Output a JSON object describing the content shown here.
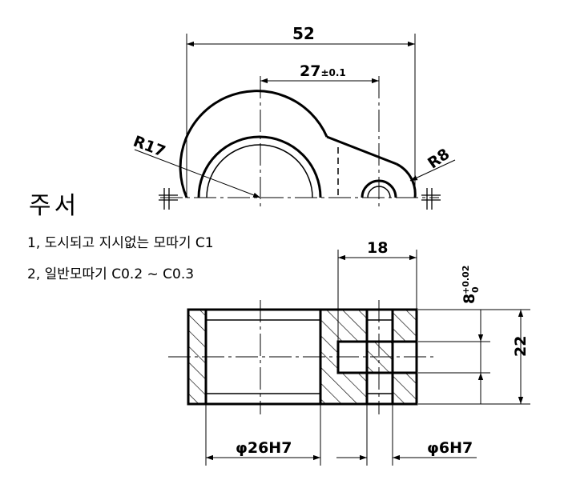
{
  "notes": {
    "title": "주서",
    "line1": "1, 도시되고 지시없는 모따기 C1",
    "line2": "2, 일반모따기 C0.2 ~ C0.3"
  },
  "dimensions": {
    "overall_length": "52",
    "center_distance": "27",
    "center_distance_tol": "±0.1",
    "big_radius": "R17",
    "small_radius": "R8",
    "slot_length": "18",
    "slot_width": "8",
    "slot_width_tol_upper": "+0.02",
    "slot_width_tol_lower": "0",
    "height": "22",
    "bore_dia": "φ26H7",
    "pin_dia": "φ6H7"
  },
  "colors": {
    "line": "#000000",
    "hatch": "#000000",
    "background": "#ffffff"
  }
}
